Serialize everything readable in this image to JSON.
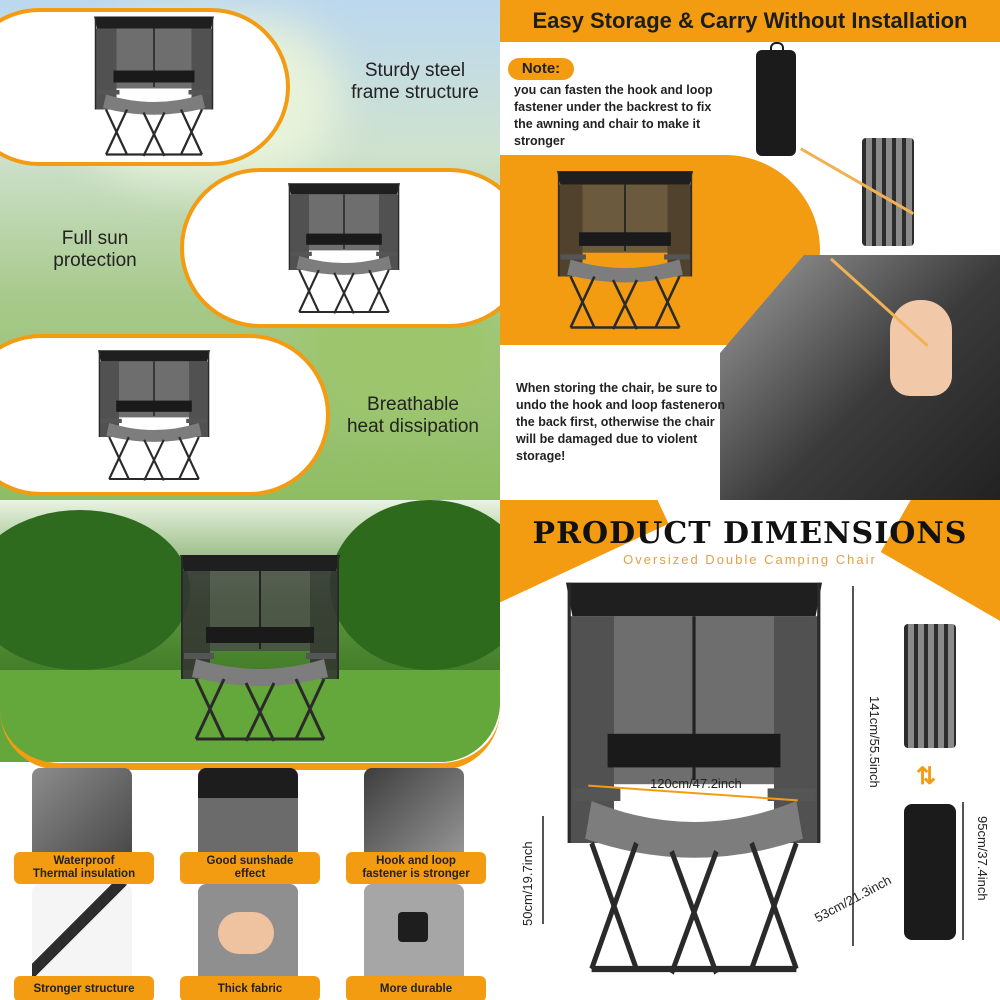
{
  "top_left": {
    "features": [
      {
        "label_lines": [
          "Sturdy steel",
          "frame structure"
        ]
      },
      {
        "label_lines": [
          "Full sun",
          "protection"
        ]
      },
      {
        "label_lines": [
          "Breathable",
          "heat dissipation"
        ]
      }
    ]
  },
  "top_right": {
    "title": "Easy Storage & Carry Without Installation",
    "note_badge": "Note:",
    "note_lines": [
      "you can fasten the hook and loop",
      "fastener under the backrest to fix",
      "the awning and chair to make it",
      "stronger"
    ],
    "warning_lines": [
      "When storing the chair, be sure to",
      "undo the hook and loop fasteneron",
      "the back first, otherwise the chair",
      "will be damaged due to violent",
      "storage!"
    ]
  },
  "bottom_left": {
    "features": [
      {
        "caption_lines": [
          "Waterproof",
          "Thermal insulation"
        ]
      },
      {
        "caption_lines": [
          "Good sunshade",
          "effect"
        ]
      },
      {
        "caption_lines": [
          "Hook and loop",
          "fastener is stronger"
        ]
      },
      {
        "caption_lines": [
          "Stronger structure"
        ]
      },
      {
        "caption_lines": [
          "Thick fabric"
        ]
      },
      {
        "caption_lines": [
          "More durable"
        ]
      }
    ]
  },
  "bottom_right": {
    "title": "PRODUCT DIMENSIONS",
    "subtitle": "Oversized Double Camping Chair",
    "dimensions": {
      "width": "120cm/47.2inch",
      "height": "141cm/55.5inch",
      "seat_height": "50cm/19.7inch",
      "depth": "53cm/21.3inch",
      "bag_length": "95cm/37.4inch"
    }
  },
  "colors": {
    "accent": "#f39c12",
    "fabric_dark": "#2b2b2b",
    "fabric_grey": "#8a8a8a",
    "frame": "#3a3a3a"
  }
}
